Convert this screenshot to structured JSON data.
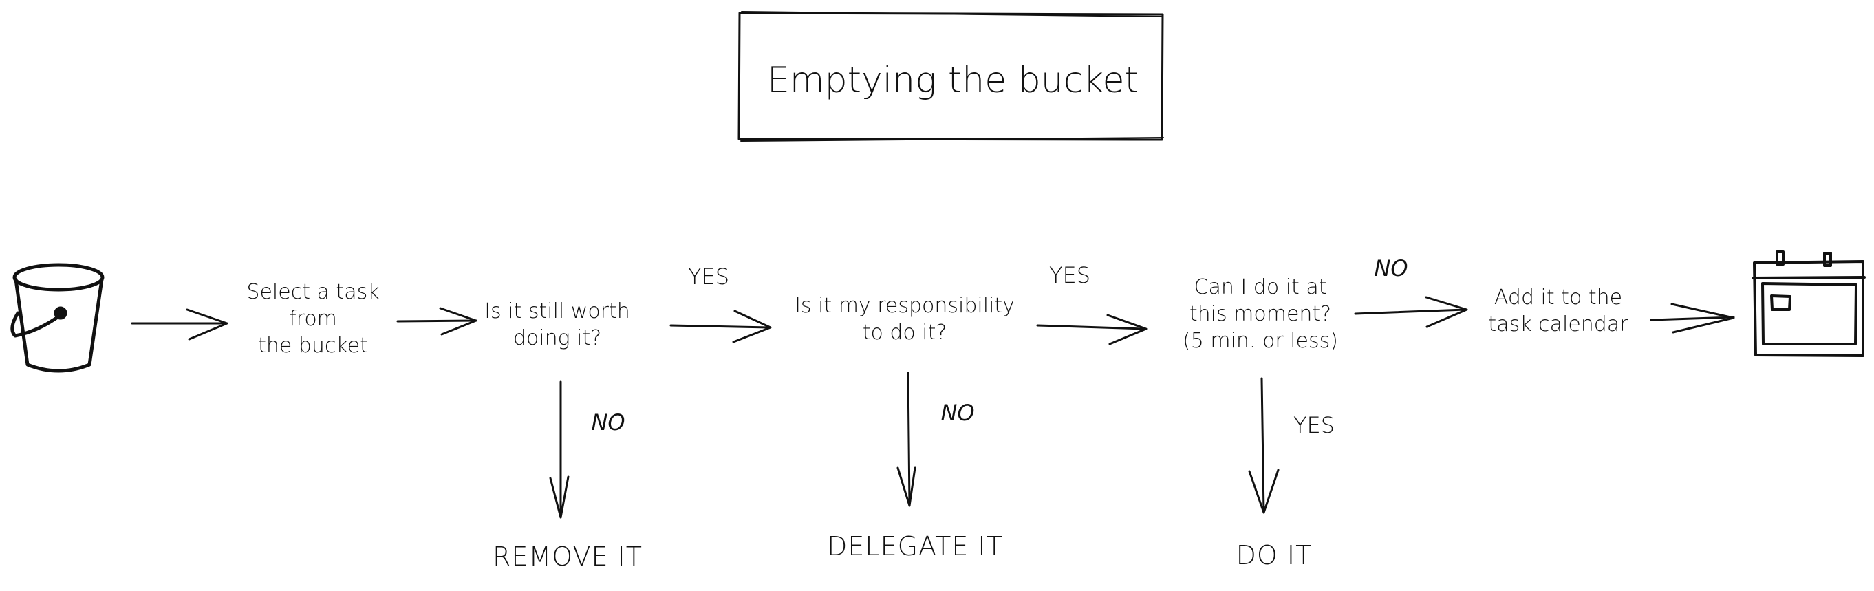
{
  "title": "Emptying the bucket",
  "icons": {
    "start": "bucket-icon",
    "end": "calendar-icon"
  },
  "nodes": {
    "select": {
      "lines": [
        "Select a task",
        "from",
        "the bucket"
      ]
    },
    "worth": {
      "lines": [
        "Is it still worth",
        "doing it?"
      ]
    },
    "responsibility": {
      "lines": [
        "Is it my responsibility",
        "to do it?"
      ]
    },
    "moment": {
      "lines": [
        "Can I do it at",
        "this moment?",
        "(5 min. or less)"
      ]
    },
    "calendar": {
      "lines": [
        "Add it to the",
        "task calendar"
      ]
    }
  },
  "edges": {
    "worth_yes": "YES",
    "responsibility_yes": "YES",
    "moment_no": "NO",
    "worth_no": "NO",
    "responsibility_no": "NO",
    "moment_yes": "YES"
  },
  "outcomes": {
    "remove": "REMOVE IT",
    "delegate": "DELEGATE IT",
    "do": "DO IT"
  },
  "colors": {
    "stroke": "#111111",
    "background": "#ffffff"
  }
}
